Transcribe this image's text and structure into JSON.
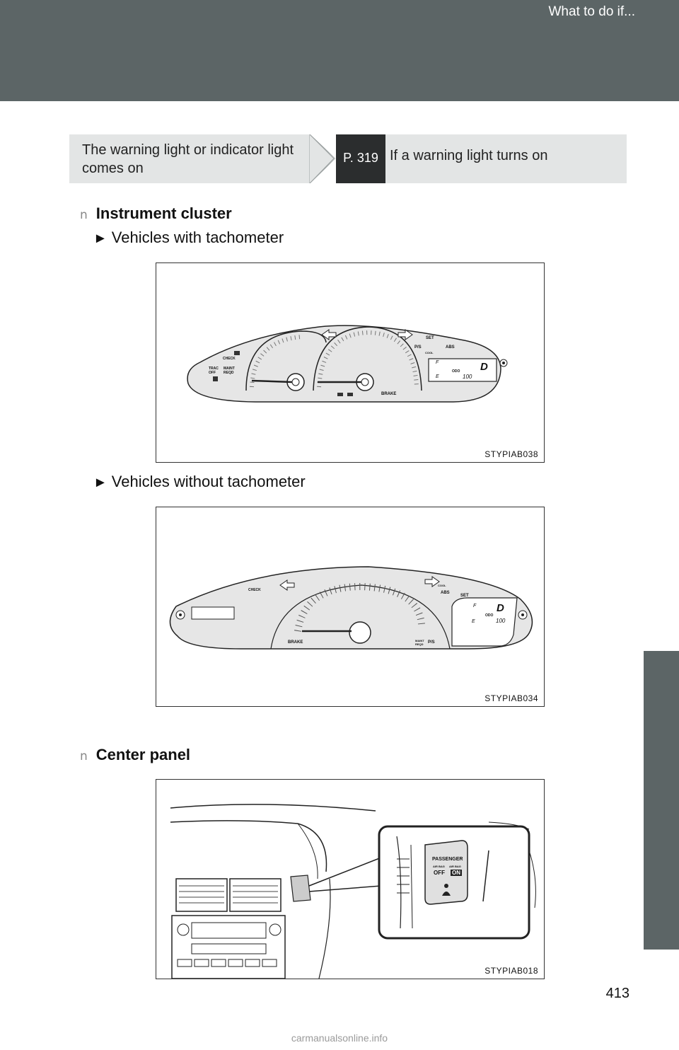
{
  "header": {
    "title": "What to do if..."
  },
  "xref": {
    "left_text": "The warning light or indicator light comes on",
    "page_ref": "P. 319",
    "right_text": "If a warning light turns on"
  },
  "sections": {
    "instrument": {
      "bullet": "n",
      "title": "Instrument cluster",
      "sub1": "Vehicles with tachometer",
      "sub2": "Vehicles without tachometer",
      "fig1_code": "STYPIAB038",
      "fig2_code": "STYPIAB034"
    },
    "center": {
      "bullet": "n",
      "title": "Center panel",
      "fig3_code": "STYPIAB018"
    }
  },
  "cluster_labels": {
    "check": "CHECK",
    "trac_off": "TRAC OFF",
    "maint_reqd": "MAINT REQD",
    "ps": "P/S",
    "set": "SET",
    "abs": "ABS",
    "cool": "COOL",
    "brake": "BRAKE",
    "odo": "ODO",
    "odo_value": "100",
    "gear": "D",
    "fuel_f": "F",
    "fuel_e": "E"
  },
  "airbag_switch": {
    "passenger": "PASSENGER",
    "airbag_left": "AIR BAG",
    "airbag_right": "AIR BAG",
    "off": "OFF",
    "on": "ON"
  },
  "page_number": "413",
  "watermark": "carmanualsonline.info"
}
